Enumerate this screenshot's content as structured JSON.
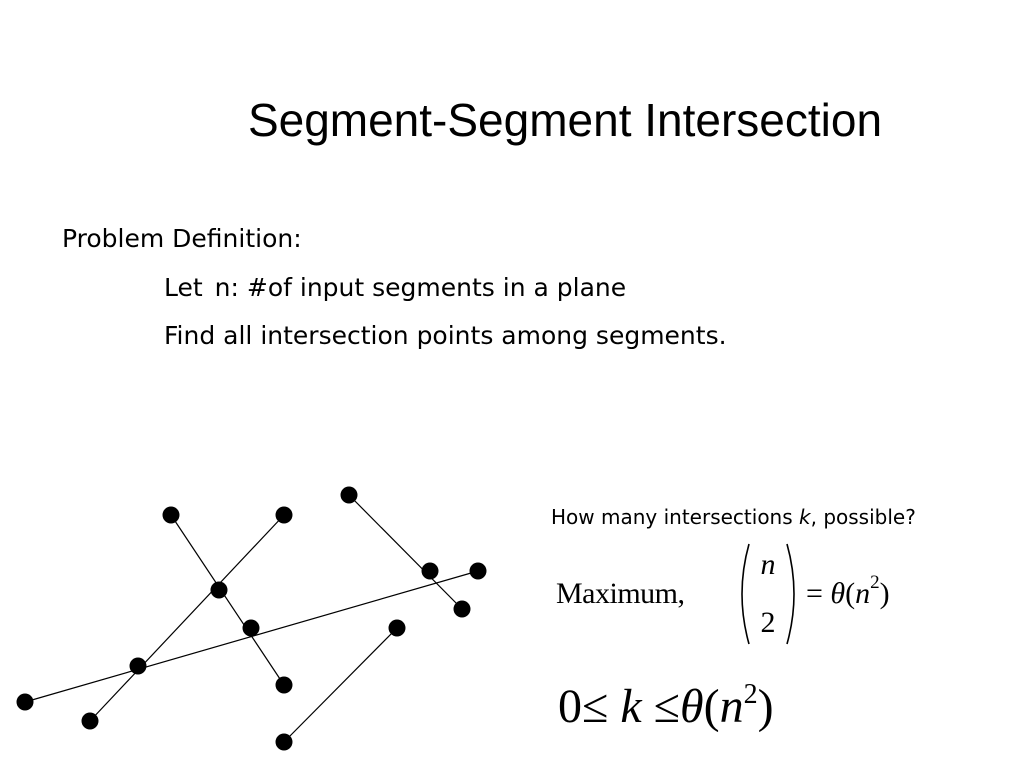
{
  "slide": {
    "title": "Segment-Segment Intersection",
    "heading": "Problem Definition:",
    "let_word": "Let",
    "let_rest": "n: #of input segments in a plane",
    "find_line": "Find all intersection points among segments.",
    "question": {
      "before": "How many intersections ",
      "variable": "k",
      "after": ", possible?"
    }
  },
  "math": {
    "maximum_word": "Maximum,",
    "binom_top": "n",
    "binom_bottom": "2",
    "equals": "=",
    "theta": "θ",
    "open_paren": "(",
    "close_paren": ")",
    "n": "n",
    "exp": "2",
    "zero": "0",
    "leq": "≤",
    "k": "k"
  },
  "colors": {
    "background": "#ffffff",
    "ink": "#000000"
  }
}
